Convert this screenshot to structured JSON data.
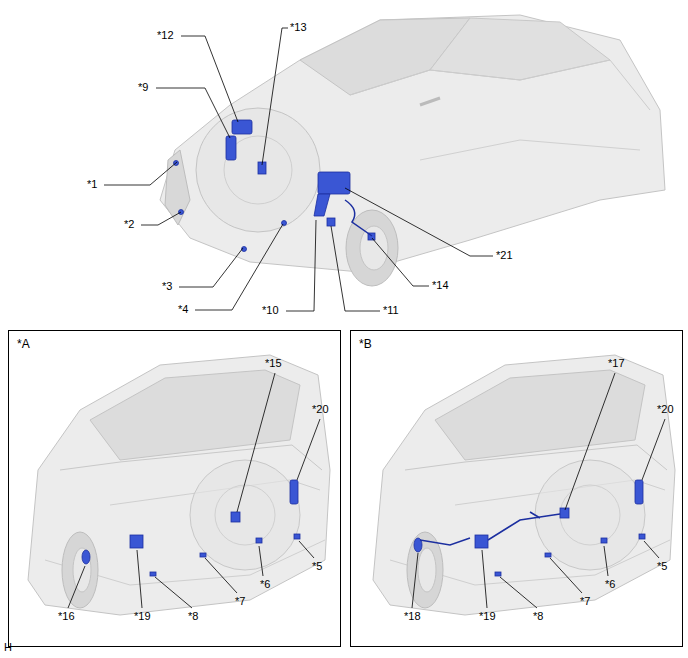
{
  "diagram": {
    "nodes": [
      {
        "text": [
          "*A"
        ]
      },
      {
        "text": [
          "*B"
        ]
      }
    ],
    "labels": [
      "*12",
      "*13",
      "*9",
      "*1",
      "*2",
      "*3",
      "*4",
      "*10",
      "*11",
      "*14",
      "*21",
      "*15",
      "*20",
      "*5",
      "*6",
      "*7",
      "*8",
      "*19",
      "*16",
      "*17",
      "*20",
      "*5",
      "*6",
      "*7",
      "*8",
      "*19",
      "*18",
      "H"
    ]
  }
}
